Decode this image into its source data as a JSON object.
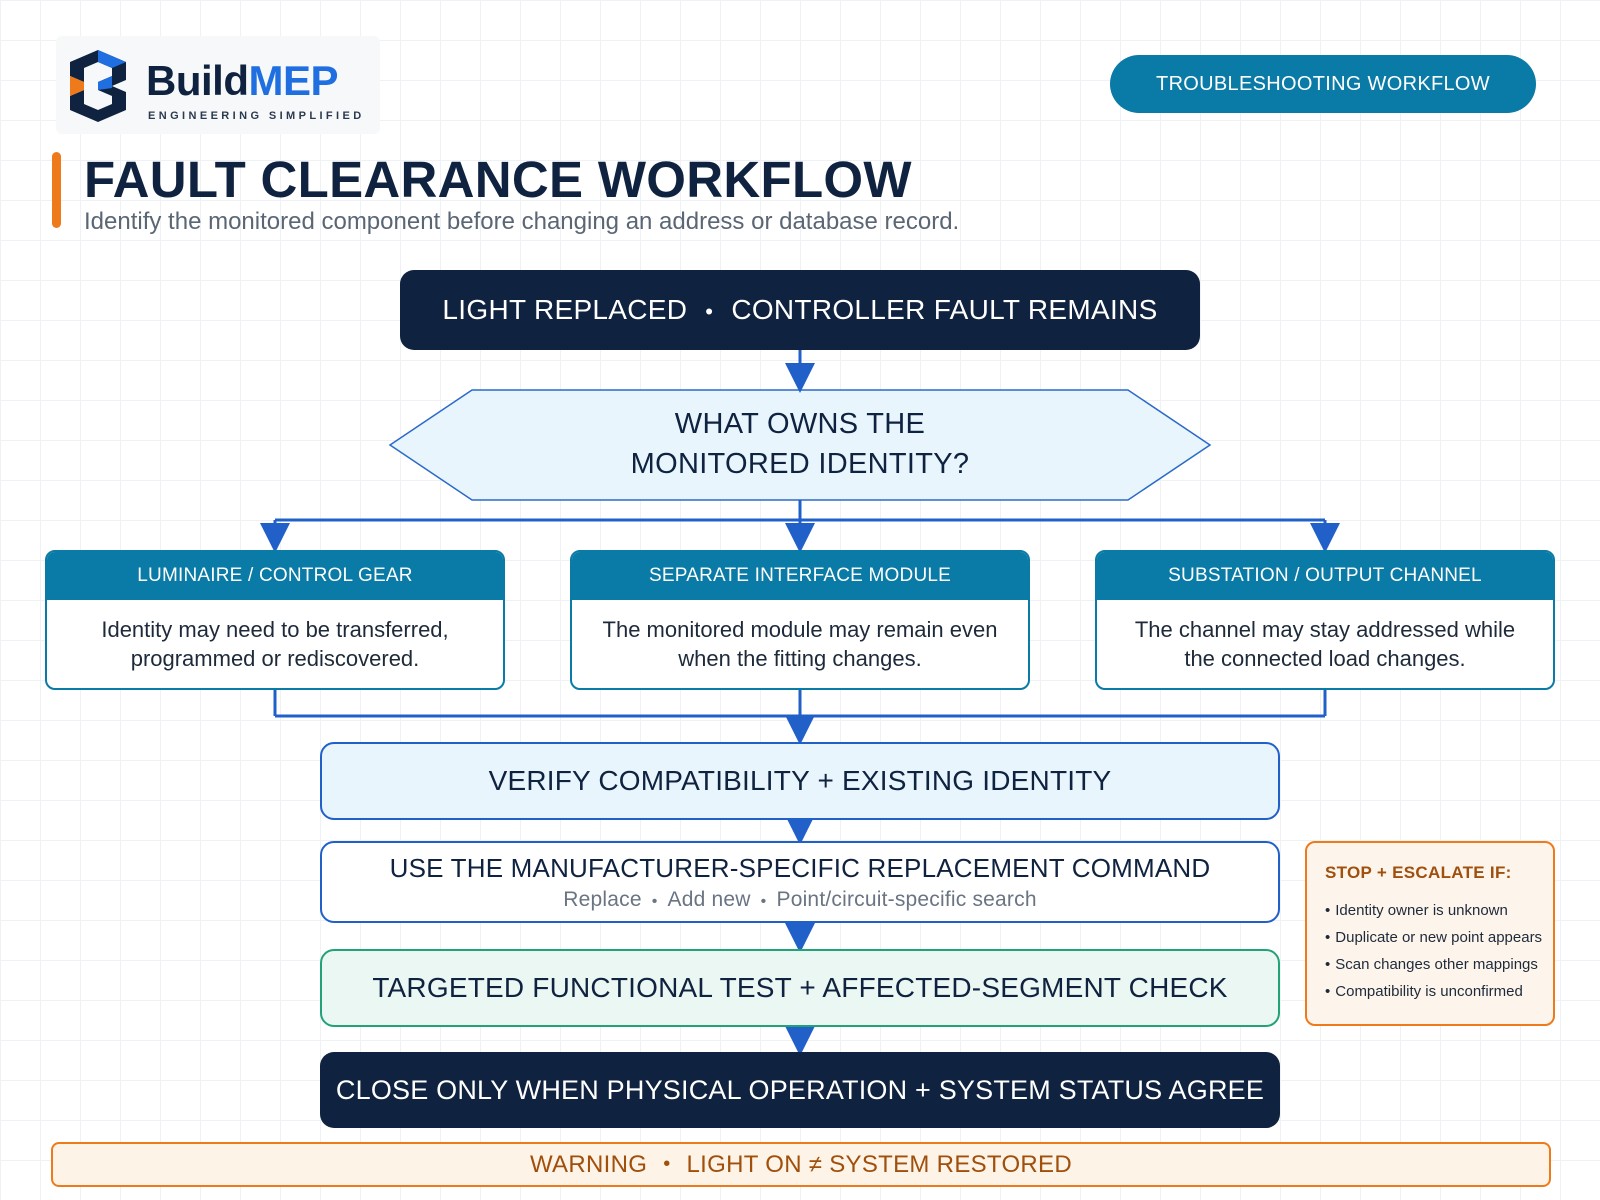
{
  "brand": {
    "name_part1": "Build",
    "name_part2": "MEP",
    "tagline": "ENGINEERING SIMPLIFIED"
  },
  "header_badge": "TROUBLESHOOTING WORKFLOW",
  "title": "FAULT CLEARANCE WORKFLOW",
  "subtitle": "Identify the monitored component before changing an address or database record.",
  "start_node": {
    "part1": "LIGHT REPLACED",
    "separator": "•",
    "part2": "CONTROLLER FAULT REMAINS"
  },
  "decision_node": "WHAT OWNS THE\nMONITORED IDENTITY?",
  "branches": [
    {
      "heading": "LUMINAIRE / CONTROL GEAR",
      "text": "Identity may need to be transferred, programmed or rediscovered."
    },
    {
      "heading": "SEPARATE INTERFACE MODULE",
      "text": "The monitored module may remain even when the fitting changes."
    },
    {
      "heading": "SUBSTATION / OUTPUT CHANNEL",
      "text": "The channel may stay addressed while the connected load changes."
    }
  ],
  "steps": {
    "verify": "VERIFY COMPATIBILITY + EXISTING IDENTITY",
    "command": {
      "label": "USE THE MANUFACTURER-SPECIFIC REPLACEMENT COMMAND",
      "options": [
        "Replace",
        "Add new",
        "Point/circuit-specific search"
      ],
      "option_separator": "•"
    },
    "test": "TARGETED FUNCTIONAL TEST + AFFECTED-SEGMENT CHECK",
    "close": "CLOSE ONLY WHEN PHYSICAL OPERATION + SYSTEM STATUS AGREE"
  },
  "escalation": {
    "title": "STOP + ESCALATE IF:",
    "bullet": "•",
    "items": [
      "Identity owner is unknown",
      "Duplicate or new point appears",
      "Scan changes other mappings",
      "Compatibility is unconfirmed"
    ]
  },
  "warning": {
    "part1": "WARNING",
    "separator": "•",
    "part2": "LIGHT ON ≠ SYSTEM RESTORED"
  },
  "colors": {
    "navy": "#0f223f",
    "teal": "#0a7aa6",
    "connector_blue": "#2160c8",
    "accent_orange": "#ef7a1b",
    "light_blue_fill": "#e8f5fc",
    "light_green_fill": "#ebf7f2",
    "green_border": "#23a27a",
    "light_orange_fill": "#fdf3e6"
  }
}
